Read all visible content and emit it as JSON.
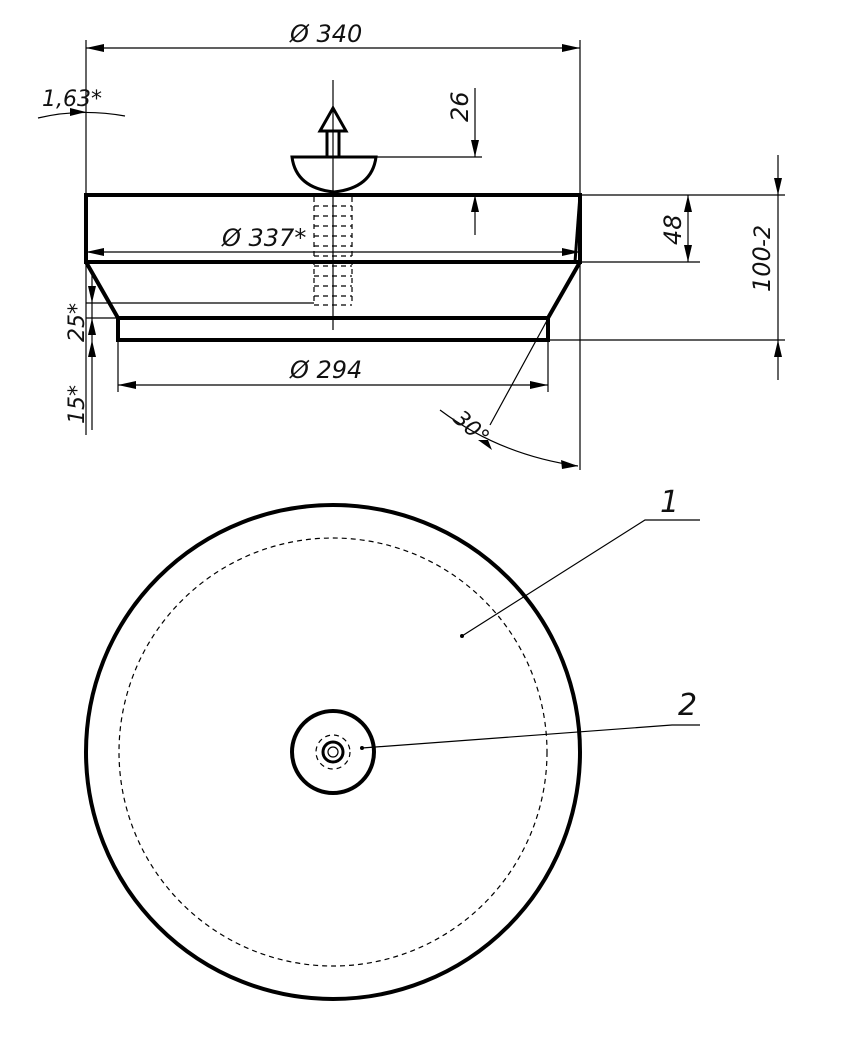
{
  "dimensions": {
    "outer_diameter": "Ø 340",
    "mid_diameter": "Ø 337*",
    "base_diameter": "Ø 294",
    "taper_offset": "1,63*",
    "knob_height": "26",
    "upper_band_height": "48",
    "total_height": "100",
    "total_height_tolerance": "-2",
    "lower_taper_height": "25*",
    "base_height": "15*",
    "angle": "30°"
  },
  "callouts": {
    "part_1": "1",
    "part_2": "2"
  },
  "colors": {
    "line": "#000000",
    "background": "#ffffff"
  }
}
